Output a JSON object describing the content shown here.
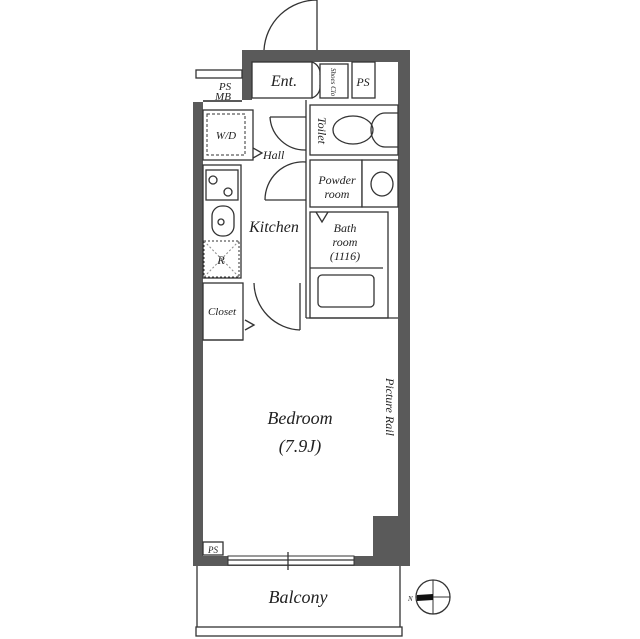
{
  "rooms": {
    "entrance": "Ent.",
    "shoe_closet": "Shoes Clo",
    "ps_top": "PS",
    "ps_mb_1": "PS",
    "ps_mb_2": "MB",
    "toilet": "Toilet",
    "wd": "W/D",
    "hall": "Hall",
    "powder_1": "Powder",
    "powder_2": "room",
    "kitchen": "Kitchen",
    "bath_1": "Bath",
    "bath_2": "room",
    "bath_3": "(1116)",
    "fridge": "R",
    "closet": "Closet",
    "bedroom": "Bedroom",
    "bedroom_size": "(7.9J)",
    "picture_rail": "Picture Rail",
    "ps_bottom": "PS",
    "balcony": "Balcony",
    "north": "N"
  },
  "colors": {
    "wall": "#5a5a5a",
    "line": "#333333"
  }
}
